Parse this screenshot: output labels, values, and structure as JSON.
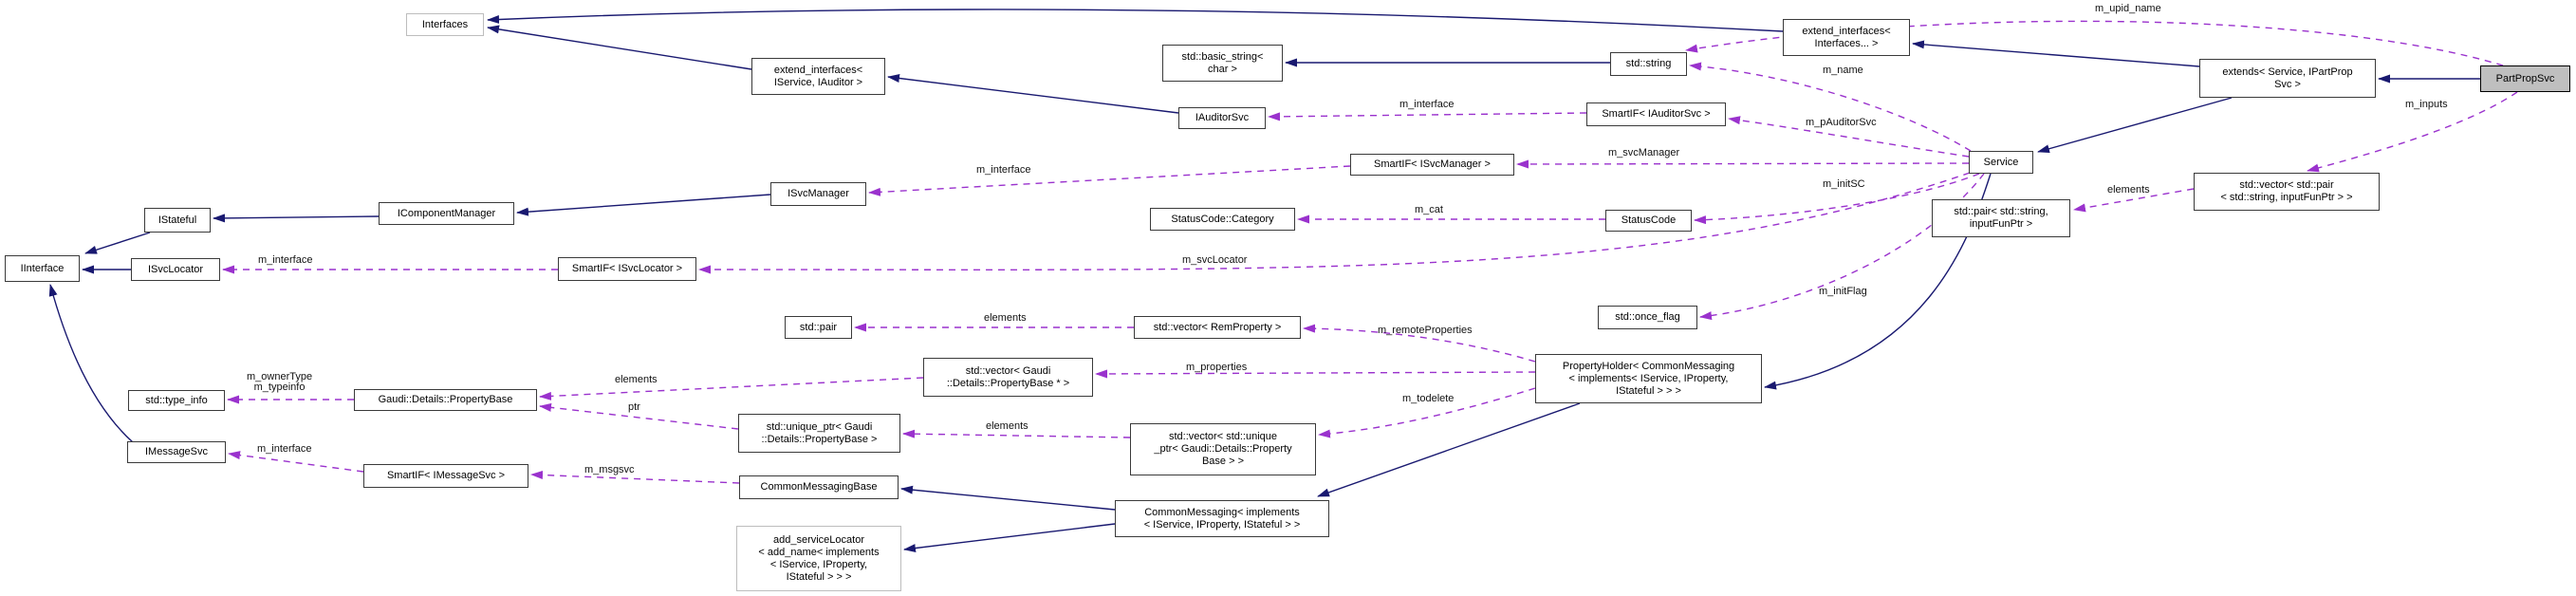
{
  "colors": {
    "background": "#ffffff",
    "inheritance_edge": "#191970",
    "usage_edge": "#9a32cd",
    "node_border": "#3a3a3a",
    "truncated_node_border": "#bdbdbd",
    "focus_node_fill": "#bfbfbf",
    "text": "#000000"
  },
  "nodes": [
    {
      "id": "interfaces",
      "label": "Interfaces"
    },
    {
      "id": "extend-interfaces-iservice-iauditor",
      "label": "extend_interfaces<\nIService, IAuditor >"
    },
    {
      "id": "std-basic-string-char",
      "label": "std::basic_string<\nchar >"
    },
    {
      "id": "iauditorsvc",
      "label": "IAuditorSvc"
    },
    {
      "id": "std-string",
      "label": "std::string"
    },
    {
      "id": "extend-interfaces-interfaces",
      "label": "extend_interfaces<\nInterfaces... >"
    },
    {
      "id": "extends-service-ipartpropsvc",
      "label": "extends< Service, IPartProp\nSvc >"
    },
    {
      "id": "partpropsvc",
      "label": "PartPropSvc"
    },
    {
      "id": "service",
      "label": "Service"
    },
    {
      "id": "std-vector-std-pair-inputfunptr",
      "label": "std::vector< std::pair\n< std::string, inputFunPtr > >"
    },
    {
      "id": "std-pair-string-inputfunptr",
      "label": "std::pair< std::string,\ninputFunPtr >"
    },
    {
      "id": "smartif-iauditorsvc",
      "label": "SmartIF< IAuditorSvc >"
    },
    {
      "id": "smartif-isvcmanager",
      "label": "SmartIF< ISvcManager >"
    },
    {
      "id": "isvcmanager",
      "label": "ISvcManager"
    },
    {
      "id": "icomponentmanager",
      "label": "IComponentManager"
    },
    {
      "id": "istateful",
      "label": "IStateful"
    },
    {
      "id": "iinterface",
      "label": "IInterface"
    },
    {
      "id": "isvclocator",
      "label": "ISvcLocator"
    },
    {
      "id": "smartif-isvclocator",
      "label": "SmartIF< ISvcLocator >"
    },
    {
      "id": "statuscode-category",
      "label": "StatusCode::Category"
    },
    {
      "id": "statuscode",
      "label": "StatusCode"
    },
    {
      "id": "std-once-flag",
      "label": "std::once_flag"
    },
    {
      "id": "std-pair",
      "label": "std::pair"
    },
    {
      "id": "std-vector-remproperty",
      "label": "std::vector< RemProperty >"
    },
    {
      "id": "propertyholder",
      "label": "PropertyHolder< CommonMessaging\n< implements< IService, IProperty,\nIStateful > > >"
    },
    {
      "id": "std-vector-propertybase-ptr",
      "label": "std::vector< Gaudi\n::Details::PropertyBase * >"
    },
    {
      "id": "std-type-info",
      "label": "std::type_info"
    },
    {
      "id": "gaudi-details-propertybase",
      "label": "Gaudi::Details::PropertyBase"
    },
    {
      "id": "std-unique-ptr-propertybase",
      "label": "std::unique_ptr< Gaudi\n::Details::PropertyBase >"
    },
    {
      "id": "imessagesvc",
      "label": "IMessageSvc"
    },
    {
      "id": "smartif-imessagesvc",
      "label": "SmartIF< IMessageSvc >"
    },
    {
      "id": "commonmessagingbase",
      "label": "CommonMessagingBase"
    },
    {
      "id": "std-vector-unique-ptr-propertybase",
      "label": "std::vector< std::unique\n_ptr< Gaudi::Details::Property\nBase > >"
    },
    {
      "id": "commonmessaging",
      "label": "CommonMessaging< implements\n< IService, IProperty, IStateful > >"
    },
    {
      "id": "add-servicelocator",
      "label": "add_serviceLocator\n< add_name< implements\n< IService, IProperty,\nIStateful > > >"
    }
  ],
  "edge_labels": [
    {
      "text": "m_interface"
    },
    {
      "text": "m_svcLocator"
    },
    {
      "text": "m_interface"
    },
    {
      "text": "m_msgsvc"
    },
    {
      "text": "m_ownerType\nm_typeinfo"
    },
    {
      "text": "elements"
    },
    {
      "text": "ptr"
    },
    {
      "text": "m_properties"
    },
    {
      "text": "m_todelete"
    },
    {
      "text": "elements"
    },
    {
      "text": "m_remoteProperties"
    },
    {
      "text": "elements"
    },
    {
      "text": "m_cat"
    },
    {
      "text": "m_initSC"
    },
    {
      "text": "m_initFlag"
    },
    {
      "text": "m_svcManager"
    },
    {
      "text": "m_pAuditorSvc"
    },
    {
      "text": "m_name"
    },
    {
      "text": "m_upid_name"
    },
    {
      "text": "m_inputs"
    },
    {
      "text": "elements"
    },
    {
      "text": "m_interface"
    },
    {
      "text": "m_interface"
    }
  ]
}
